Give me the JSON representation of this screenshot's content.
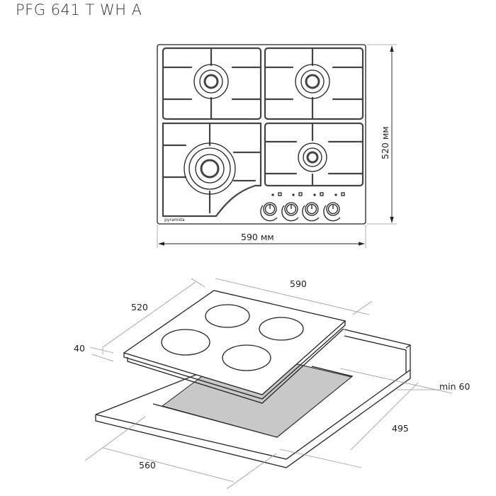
{
  "title": "PFG 641 T WH A",
  "top_view": {
    "brand_logo": "pyramida",
    "width_label": "590 мм",
    "depth_label": "520 мм",
    "burners": 4,
    "knobs": 4
  },
  "install_view": {
    "hob_width": "590",
    "hob_depth": "520",
    "hob_height": "40",
    "min_wall_gap": "min 60",
    "cutout_depth": "495",
    "cutout_width": "560",
    "cutout_fill": "#c8c8c8"
  }
}
